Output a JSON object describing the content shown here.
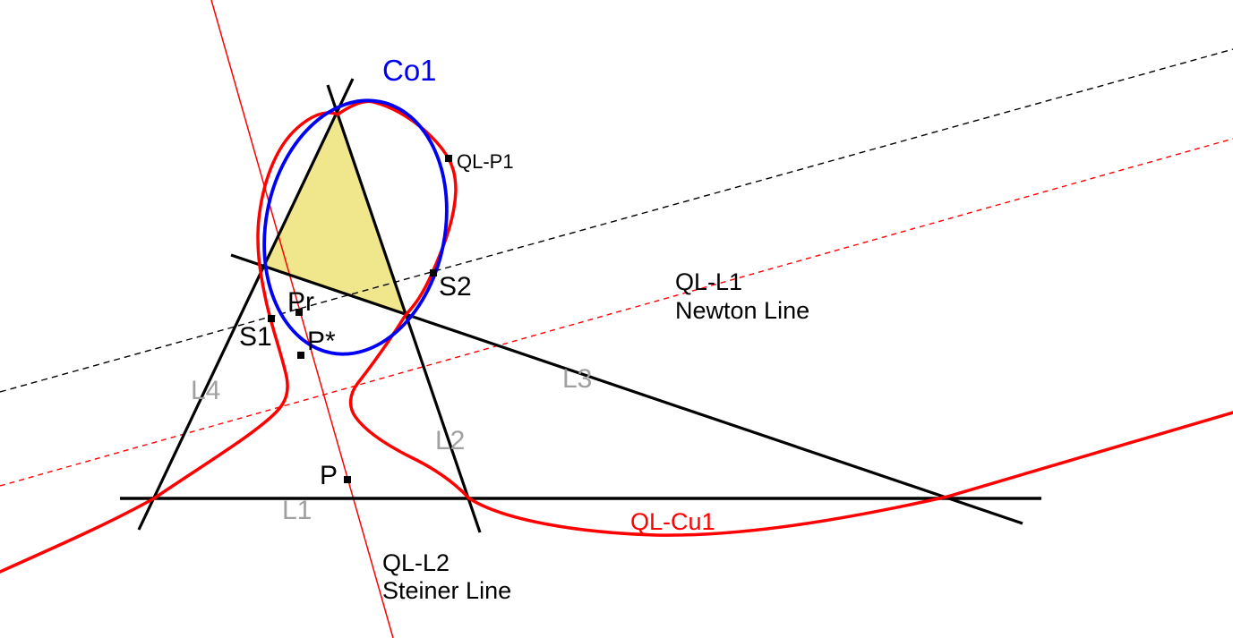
{
  "colors": {
    "red": "#FF0000",
    "blue": "#0000F2",
    "black": "#000000",
    "gray": "#A0A0A0",
    "triangle_fill": "#F0E68C",
    "marker": "#000000",
    "label_black": "#000000"
  },
  "labels": {
    "conic": "Co1",
    "cubic": "QL-Cu1",
    "line1": "L1",
    "line2": "L2",
    "line3": "L3",
    "line4": "L4",
    "newton_id": "QL-L1",
    "newton_name": "Newton Line",
    "steiner_id": "QL-L2",
    "steiner_name": "Steiner Line"
  },
  "points": {
    "qlp1": "QL-P1",
    "s1": "S1",
    "s2": "S2",
    "pr": "Pr",
    "pstar": "P*",
    "p": "P"
  }
}
